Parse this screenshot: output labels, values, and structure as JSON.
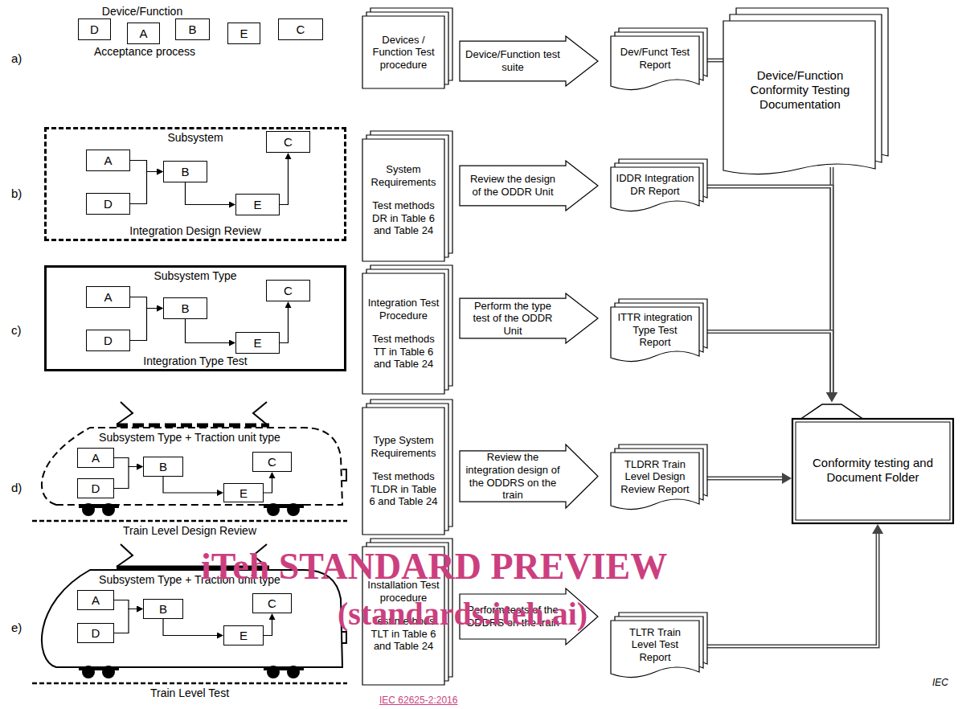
{
  "diagram": {
    "nodes": [
      {
        "text": [
          "D"
        ]
      },
      {
        "text": [
          "A"
        ]
      },
      {
        "text": [
          "B"
        ]
      },
      {
        "text": [
          "E"
        ]
      },
      {
        "text": [
          "C"
        ]
      },
      {
        "text": [
          "Devices / Function Test procedure"
        ]
      },
      {
        "text": [
          "Device/Function test suite"
        ]
      },
      {
        "text": [
          "Dev/Funct Test Report"
        ]
      },
      {
        "text": [
          "Device/Function Conformity Testing Documentation"
        ]
      },
      {
        "text": [
          "Subsystem",
          "Integration Design Review"
        ]
      },
      {
        "text": [
          "A"
        ],
        "in": 9
      },
      {
        "text": [
          "B"
        ],
        "in": 9
      },
      {
        "text": [
          "C"
        ],
        "in": 9
      },
      {
        "text": [
          "D"
        ],
        "in": 9
      },
      {
        "text": [
          "E"
        ],
        "in": 9
      },
      {
        "text": [
          "System Requirements",
          "Test methods DR in Table 6 and Table 24"
        ]
      },
      {
        "text": [
          "Review the design of the ODDR Unit"
        ]
      },
      {
        "text": [
          "IDDR Integration DR Report"
        ]
      },
      {
        "text": [
          "Subsystem Type",
          "Integration Type Test"
        ]
      },
      {
        "text": [
          "A"
        ],
        "in": 18
      },
      {
        "text": [
          "B"
        ],
        "in": 18
      },
      {
        "text": [
          "C"
        ],
        "in": 18
      },
      {
        "text": [
          "D"
        ],
        "in": 18
      },
      {
        "text": [
          "E"
        ],
        "in": 18
      },
      {
        "text": [
          "Integration Test Procedure",
          "Test methods TT in Table 6 and Table 24"
        ]
      },
      {
        "text": [
          "Perform the type test of the ODDR Unit"
        ]
      },
      {
        "text": [
          "ITTR integration Type Test Report"
        ]
      },
      {
        "text": [
          "Subsystem Type + Traction unit type",
          "Train Level Design Review"
        ]
      },
      {
        "text": [
          "A"
        ],
        "in": 27
      },
      {
        "text": [
          "B"
        ],
        "in": 27
      },
      {
        "text": [
          "C"
        ],
        "in": 27
      },
      {
        "text": [
          "D"
        ],
        "in": 27
      },
      {
        "text": [
          "E"
        ],
        "in": 27
      },
      {
        "text": [
          "Type System Requirements",
          "Test methods TLDR in Table 6 and Table 24"
        ]
      },
      {
        "text": [
          "Review the integration design of the ODDRS on the train"
        ]
      },
      {
        "text": [
          "TLDRR Train Level Design Review Report"
        ]
      },
      {
        "text": [
          "Conformity testing and Document Folder"
        ]
      },
      {
        "text": [
          "Subsystem Type + Traction unit type",
          "Train Level Test"
        ]
      },
      {
        "text": [
          "A"
        ],
        "in": 37
      },
      {
        "text": [
          "B"
        ],
        "in": 37
      },
      {
        "text": [
          "C"
        ],
        "in": 37
      },
      {
        "text": [
          "D"
        ],
        "in": 37
      },
      {
        "text": [
          "E"
        ],
        "in": 37
      },
      {
        "text": [
          "Installation Test procedure",
          "Test methods TLT in Table 6 and Table 24"
        ]
      },
      {
        "text": [
          "Perform tests of the ODDRS on the train"
        ]
      },
      {
        "text": [
          "TLTR Train Level Test Report"
        ]
      }
    ],
    "edges": [
      {
        "from": 7,
        "to": 8,
        "arrow": "none"
      },
      {
        "from": 10,
        "to": 11,
        "arrow": "to"
      },
      {
        "from": 13,
        "to": 11,
        "arrow": "to"
      },
      {
        "from": 11,
        "to": 14,
        "arrow": "to"
      },
      {
        "from": 14,
        "to": 12,
        "arrow": "to"
      },
      {
        "from": 19,
        "to": 20,
        "arrow": "to"
      },
      {
        "from": 22,
        "to": 20,
        "arrow": "to"
      },
      {
        "from": 20,
        "to": 23,
        "arrow": "to"
      },
      {
        "from": 23,
        "to": 21,
        "arrow": "to"
      },
      {
        "from": 28,
        "to": 29,
        "arrow": "to"
      },
      {
        "from": 31,
        "to": 29,
        "arrow": "to"
      },
      {
        "from": 29,
        "to": 32,
        "arrow": "to"
      },
      {
        "from": 32,
        "to": 30,
        "arrow": "to"
      },
      {
        "from": 38,
        "to": 39,
        "arrow": "to"
      },
      {
        "from": 41,
        "to": 39,
        "arrow": "to"
      },
      {
        "from": 39,
        "to": 42,
        "arrow": "to"
      },
      {
        "from": 42,
        "to": 40,
        "arrow": "to"
      },
      {
        "from": 8,
        "to": 36,
        "arrow": "to"
      },
      {
        "from": 17,
        "to": 36,
        "arrow": "to"
      },
      {
        "from": 26,
        "to": 36,
        "arrow": "to"
      },
      {
        "from": 35,
        "to": 36,
        "arrow": "to"
      },
      {
        "from": 45,
        "to": 36,
        "arrow": "to"
      }
    ],
    "labels": [
      "a)",
      "Device/Function",
      "Acceptance process",
      "b)",
      "c)",
      "d)",
      "e)",
      "iTeh STANDARD PREVIEW",
      "(standards.iteh.ai)",
      "IEC 62625-2:2016",
      "IEC"
    ]
  }
}
